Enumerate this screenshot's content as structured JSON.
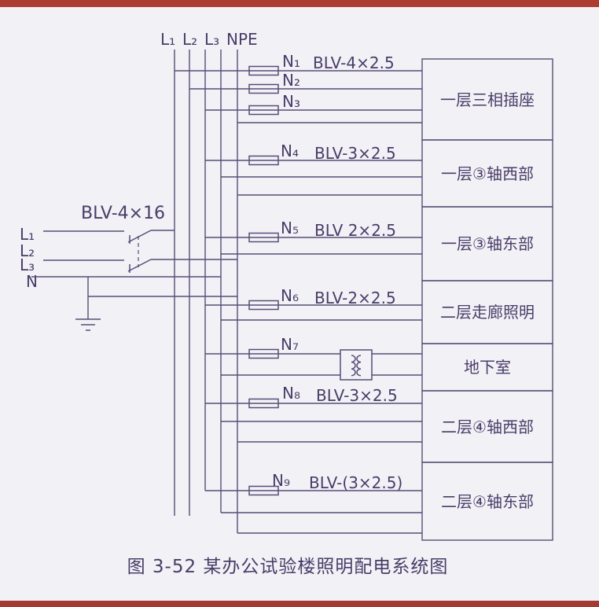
{
  "page": {
    "caption": "图 3-52   某办公试验楼照明配电系统图"
  },
  "colors": {
    "line": "#584d76",
    "text": "#493d68",
    "background": "#f2f1f6",
    "border_strip": "#ad3c33"
  },
  "bus": {
    "labels": {
      "l1": "L₁",
      "l2": "L₂",
      "l3": "L₃",
      "npe": "NPE"
    }
  },
  "incoming": {
    "cable": "BLV-4×16",
    "lines": {
      "l1": "L₁",
      "l2": "L₂",
      "l3": "L₃",
      "n": "N"
    }
  },
  "circuits": [
    {
      "id": "N₁",
      "cable": "BLV-4×2.5"
    },
    {
      "id": "N₂",
      "cable": ""
    },
    {
      "id": "N₃",
      "cable": ""
    },
    {
      "id": "N₄",
      "cable": "BLV-3×2.5"
    },
    {
      "id": "N₅",
      "cable": "BLV 2×2.5"
    },
    {
      "id": "N₆",
      "cable": "BLV-2×2.5"
    },
    {
      "id": "N₇",
      "cable": ""
    },
    {
      "id": "N₈",
      "cable": "BLV-3×2.5"
    },
    {
      "id": "N₉",
      "cable": "BLV-(3×2.5)"
    }
  ],
  "loads": [
    {
      "label": "一层三相插座"
    },
    {
      "label": "一层③轴西部"
    },
    {
      "label": "一层③轴东部"
    },
    {
      "label": "二层走廊照明"
    },
    {
      "label": "地下室"
    },
    {
      "label": "二层④轴西部"
    },
    {
      "label": "二层④轴东部"
    }
  ]
}
